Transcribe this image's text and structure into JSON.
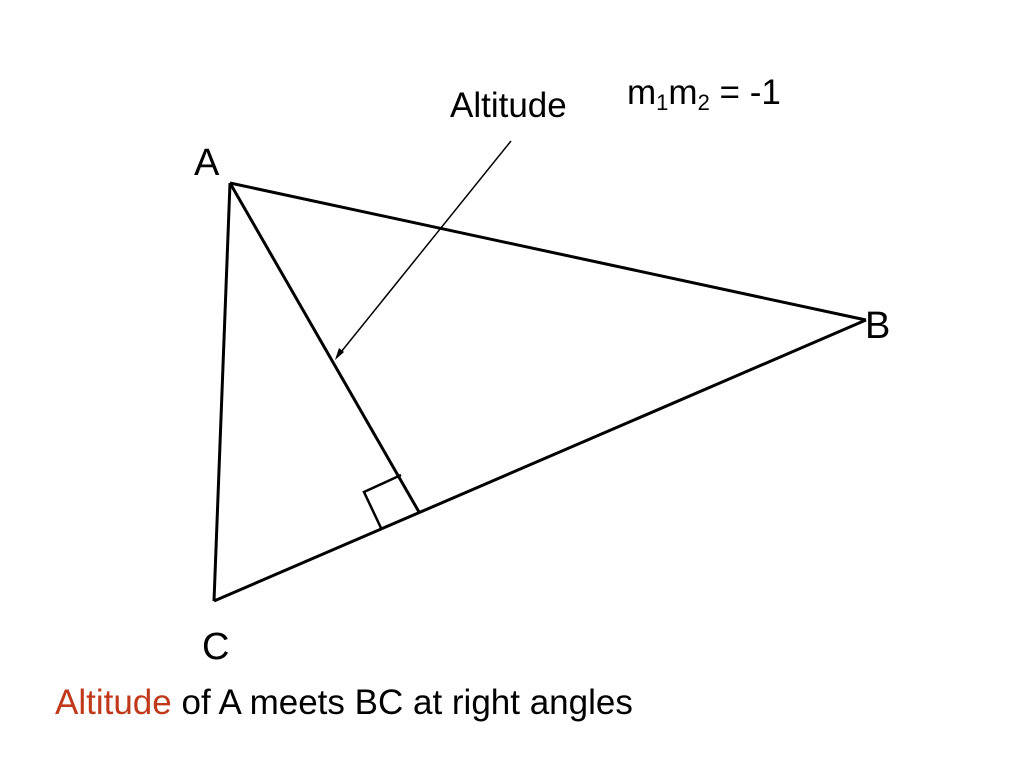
{
  "vertices": {
    "a": "A",
    "b": "B",
    "c": "C"
  },
  "altitude_label": "Altitude",
  "formula": {
    "m": "m",
    "sub1": "1",
    "sub2": "2",
    "rhs": " = -1"
  },
  "caption": {
    "highlight": "Altitude",
    "rest": " of A meets BC at right angles"
  },
  "colors": {
    "accent": "#c0391b",
    "line": "#000000",
    "background": "#ffffff"
  }
}
